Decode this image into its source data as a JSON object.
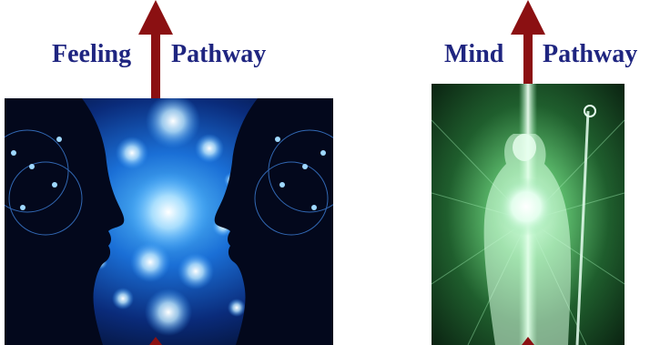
{
  "left_panel": {
    "label_left": "Feeling",
    "label_right": "Pathway",
    "image": "two-faces-blue-energy-picture"
  },
  "right_panel": {
    "label_left": "Mind",
    "label_right": "Pathway",
    "image": "glowing-wizard-green-light-picture"
  },
  "colors": {
    "label_text": "#1f2580",
    "arrow": "#8b1012",
    "left_image_bg": "#0a1a4a",
    "right_image_bg": "#123e1f"
  }
}
